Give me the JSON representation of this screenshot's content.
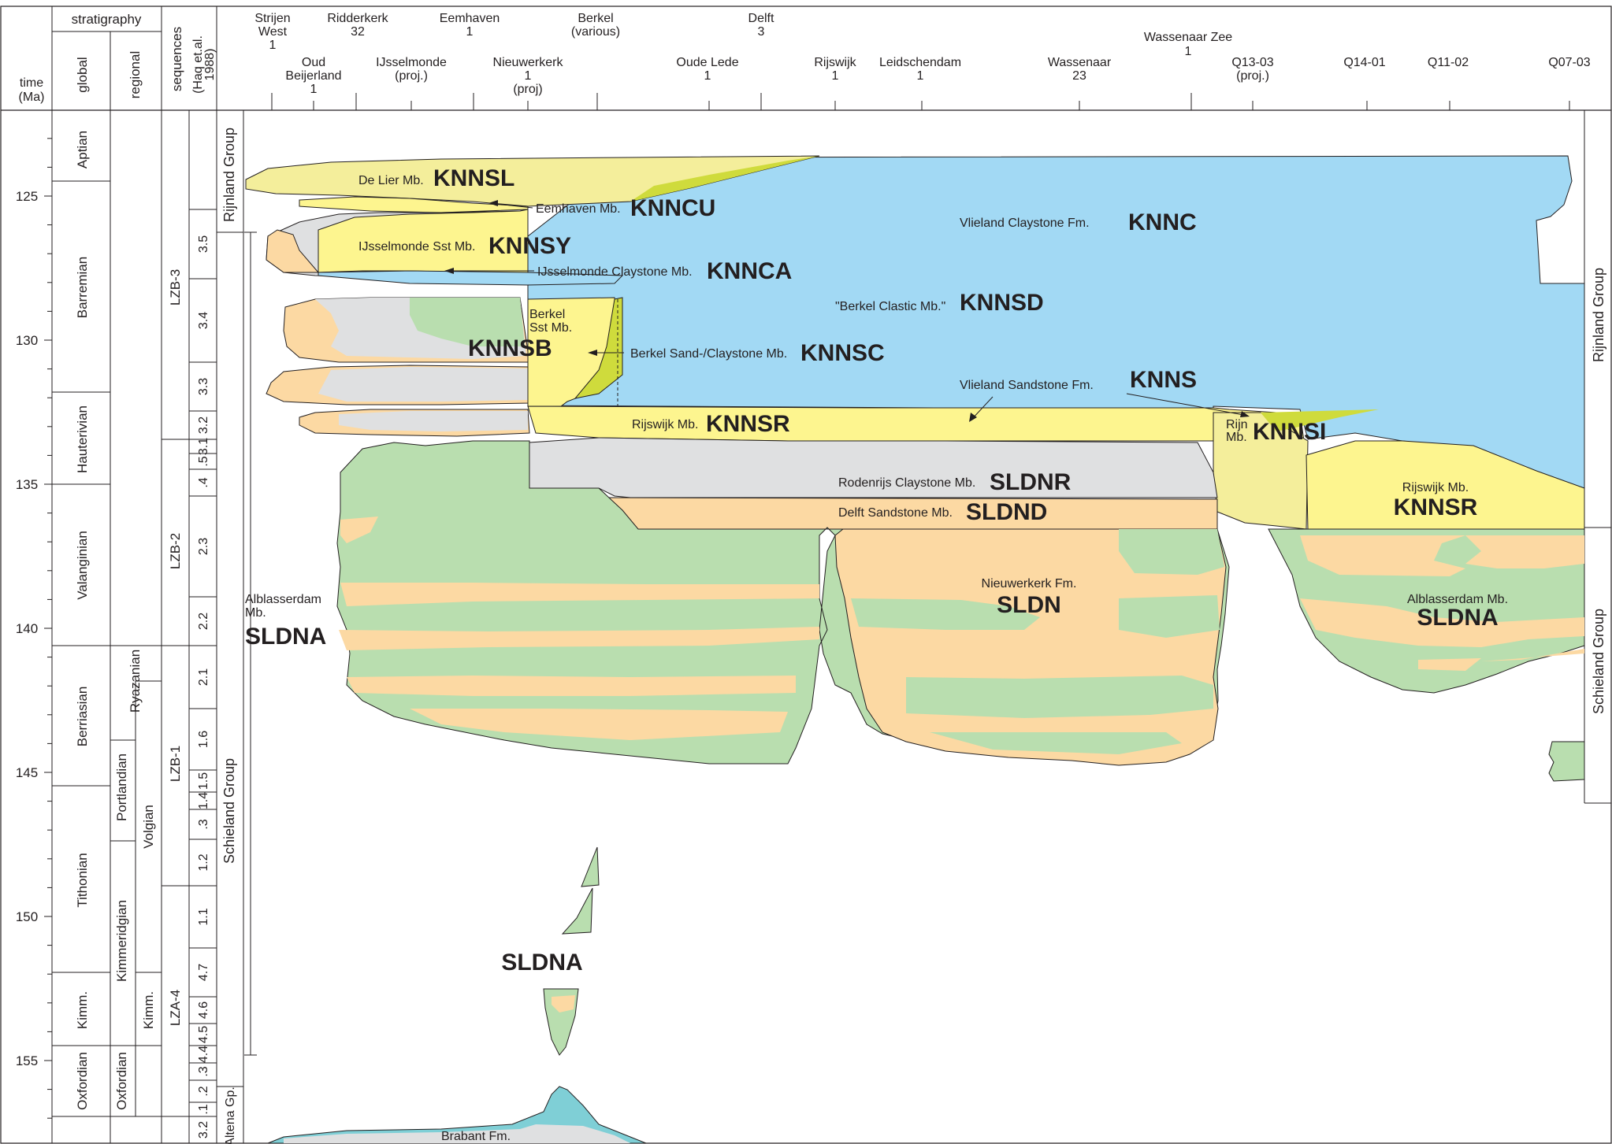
{
  "header": {
    "time_label_1": "time",
    "time_label_2": "(Ma)",
    "stratigraphy": "stratigraphy",
    "global": "global",
    "regional": "regional",
    "sequences": "sequences",
    "haq": "(Haq et.al.",
    "haq_year": "1988)"
  },
  "time_ticks": [
    "125",
    "130",
    "135",
    "140",
    "145",
    "150",
    "155"
  ],
  "global_stages": [
    "Aptian",
    "Barremian",
    "Hauterivian",
    "Valanginian",
    "Berriasian",
    "Tithonian",
    "Kimm.",
    "Oxfordian"
  ],
  "regional_stages": [
    "Ryazanian",
    "Portlandian",
    "Volgian",
    "Kimmeridgian",
    "Kimm.",
    "Oxfordian"
  ],
  "supersequences": [
    "LZB-3",
    "LZB-2",
    "LZB-1",
    "LZA-4"
  ],
  "sequences": [
    "3.5",
    "3.4",
    "3.3",
    "3.2",
    "3.1",
    ".5",
    ".4",
    "2.3",
    "2.2",
    "2.1",
    "1.6",
    "1.5",
    "1.4",
    ".3",
    "1.2",
    "1.1",
    "4.7",
    "4.6",
    "4.5",
    "4.4",
    ".3",
    ".2",
    ".1",
    "3.2"
  ],
  "groups": {
    "rijnland": "Rijnland Group",
    "schieland": "Schieland Group",
    "altena": "Altena Gp."
  },
  "wells_top": [
    {
      "name": "Strijen",
      "name2": "West",
      "count": "1"
    },
    {
      "name": "Ridderkerk",
      "count": "32"
    },
    {
      "name": "Eemhaven",
      "count": "1"
    },
    {
      "name": "Berkel",
      "count": "(various)"
    },
    {
      "name": "Delft",
      "count": "3"
    },
    {
      "name": "Wassenaar Zee",
      "count": "1"
    }
  ],
  "wells_bottom": [
    {
      "name": "Oud",
      "name2": "Beijerland",
      "count": "1"
    },
    {
      "name": "IJsselmonde",
      "count": "(proj.)"
    },
    {
      "name": "Nieuwerkerk",
      "count": "1",
      "count2": "(proj)"
    },
    {
      "name": "Oude Lede",
      "count": "1"
    },
    {
      "name": "Rijswijk",
      "count": "1"
    },
    {
      "name": "Leidschendam",
      "count": "1"
    },
    {
      "name": "Wassenaar",
      "count": "23"
    },
    {
      "name": "Q13-03",
      "count": "(proj.)"
    },
    {
      "name": "Q14-01"
    },
    {
      "name": "Q11-02"
    },
    {
      "name": "Q07-03"
    }
  ],
  "units": {
    "knnsl": {
      "name": "De Lier Mb.",
      "code": "KNNSL"
    },
    "knncu": {
      "name": "Eemhaven Mb.",
      "code": "KNNCU"
    },
    "knnc": {
      "name": "Vlieland Claystone Fm.",
      "code": "KNNC"
    },
    "knnsy": {
      "name": "IJsselmonde Sst Mb.",
      "code": "KNNSY"
    },
    "knnca": {
      "name": "IJsselmonde Claystone Mb.",
      "code": "KNNCA"
    },
    "knnsd": {
      "name": "\"Berkel Clastic Mb.\"",
      "code": "KNNSD"
    },
    "berkel": {
      "name": "Berkel",
      "name2": "Sst Mb."
    },
    "knnsb": {
      "code": "KNNSB"
    },
    "knnsc": {
      "name": "Berkel Sand-/Claystone Mb.",
      "code": "KNNSC"
    },
    "knns": {
      "name": "Vlieland Sandstone Fm.",
      "code": "KNNS"
    },
    "knnsr": {
      "name": "Rijswijk Mb.",
      "code": "KNNSR"
    },
    "knnsi": {
      "name": "Rijn",
      "name2": "Mb.",
      "code": "KNNSI"
    },
    "sldnr": {
      "name": "Rodenrijs Claystone Mb.",
      "code": "SLDNR"
    },
    "sldnd": {
      "name": "Delft Sandstone Mb.",
      "code": "SLDND"
    },
    "knnsr_right": {
      "name": "Rijswijk Mb.",
      "code": "KNNSR"
    },
    "sldn": {
      "name": "Nieuwerkerk Fm.",
      "code": "SLDN"
    },
    "sldna_left": {
      "name": "Alblasserdam",
      "name2": "Mb.",
      "code": "SLDNA"
    },
    "sldna_right": {
      "name": "Alblasserdam Mb.",
      "code": "SLDNA"
    },
    "sldna_mid": {
      "code": "SLDNA"
    },
    "brabant": {
      "name": "Brabant Fm."
    }
  },
  "colors": {
    "claystone": "#a2d9f4",
    "sandstone_yellow": "#fdf58f",
    "sand_light": "#f4ee9b",
    "lime": "#cfdb3c",
    "grey": "#dfe0e1",
    "green": "#b9deaf",
    "orange": "#fcd9a3",
    "teal": "#7fcfd6"
  }
}
